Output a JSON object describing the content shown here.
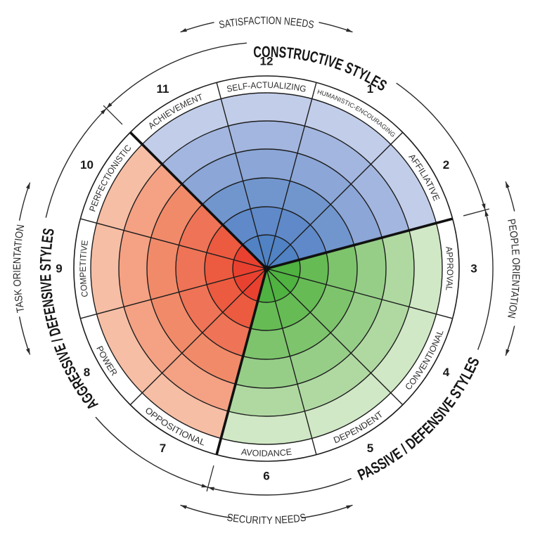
{
  "diagram": {
    "style_groups": {
      "constructive": {
        "label": "CONSTRUCTIVE STYLES",
        "segments": [
          11,
          12,
          1,
          2
        ]
      },
      "passive": {
        "label": "PASSIVE / DEFENSIVE STYLES",
        "segments": [
          3,
          4,
          5,
          6
        ]
      },
      "aggressive": {
        "label": "AGGRESSIVE / DEFENSIVE STYLES",
        "segments": [
          7,
          8,
          9,
          10
        ]
      }
    },
    "axes": {
      "top": "SATISFACTION NEEDS",
      "bottom": "SECURITY NEEDS",
      "left": "TASK ORIENTATION",
      "right": "PEOPLE ORIENTATION"
    }
  },
  "segments": [
    {
      "number": "1",
      "label": "HUMANISTIC-ENCOURAGING",
      "group": "constructive"
    },
    {
      "number": "2",
      "label": "AFFILIATIVE",
      "group": "constructive"
    },
    {
      "number": "3",
      "label": "APPROVAL",
      "group": "passive"
    },
    {
      "number": "4",
      "label": "CONVENTIONAL",
      "group": "passive"
    },
    {
      "number": "5",
      "label": "DEPENDENT",
      "group": "passive"
    },
    {
      "number": "6",
      "label": "AVOIDANCE",
      "group": "passive"
    },
    {
      "number": "7",
      "label": "OPPOSITIONAL",
      "group": "aggressive"
    },
    {
      "number": "8",
      "label": "POWER",
      "group": "aggressive"
    },
    {
      "number": "9",
      "label": "COMPETITIVE",
      "group": "aggressive"
    },
    {
      "number": "10",
      "label": "PERFECTIONISTIC",
      "group": "aggressive"
    },
    {
      "number": "11",
      "label": "ACHIEVEMENT",
      "group": "constructive"
    },
    {
      "number": "12",
      "label": "SELF-ACTUALIZING",
      "group": "constructive"
    }
  ],
  "palette": {
    "constructive": [
      "#c2cde9",
      "#a3b6df",
      "#8ba6d7",
      "#7196ce",
      "#5f89c8",
      "#5082c4"
    ],
    "passive": [
      "#d0e8c5",
      "#b0d9a2",
      "#96ce88",
      "#7dc46c",
      "#66bb55",
      "#4fb241"
    ],
    "aggressive": [
      "#f6bea5",
      "#f4a184",
      "#f18a69",
      "#ef7356",
      "#ec5a3f",
      "#e9412f"
    ],
    "line": "#1d1d1d",
    "label_ring": "#ffffff"
  }
}
